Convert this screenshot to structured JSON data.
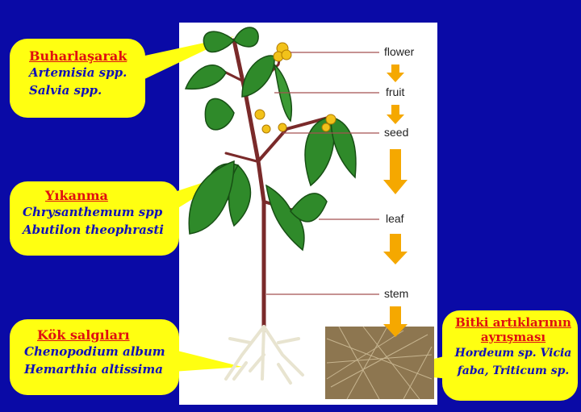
{
  "bubbles": {
    "volatilization": {
      "title": "Buharlaşarak",
      "lines": [
        "Artemisia spp.",
        "Salvia spp."
      ]
    },
    "leaching": {
      "title": "Yıkanma",
      "lines": [
        "Chrysanthemum spp",
        "Abutilon theophrasti"
      ]
    },
    "root_exudates": {
      "title": "Kök salgıları",
      "lines": [
        "Chenopodium album",
        "Hemarthia altissima"
      ]
    },
    "residue_decomposition": {
      "title_lines": [
        "Bitki artıklarının",
        "ayrışması"
      ],
      "lines": [
        "Hordeum sp. Vicia",
        "faba, Triticum sp."
      ]
    }
  },
  "stages": [
    "flower",
    "fruit",
    "seed",
    "leaf",
    "stem"
  ],
  "colors": {
    "background": "#0a0aa6",
    "bubble": "#ffff11",
    "title": "#e01010",
    "species": "#1010b8",
    "arrow": "#f5a800",
    "leaf": "#2f8a2a",
    "stem": "#7a2a2a"
  }
}
